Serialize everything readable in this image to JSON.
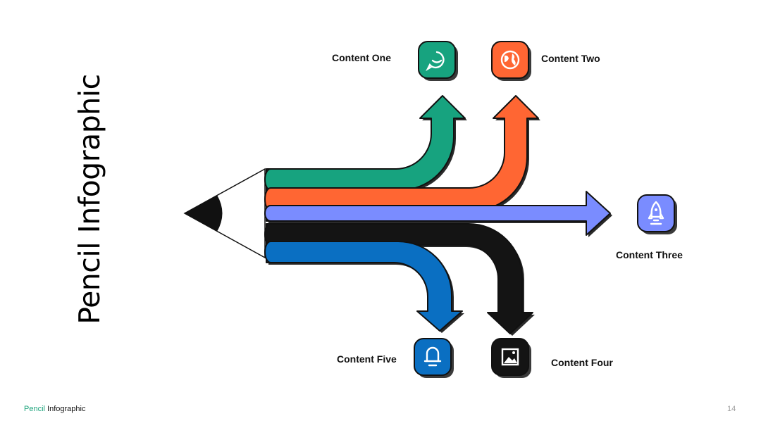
{
  "title": "Pencil Infographic",
  "footer": {
    "accent": "Pencil",
    "rest": " Infographic"
  },
  "page_number": "14",
  "items": [
    {
      "label": "Content One",
      "color": "#17a37f",
      "icon": "chat-icon"
    },
    {
      "label": "Content Two",
      "color": "#ff6633",
      "icon": "globe-icon"
    },
    {
      "label": "Content Three",
      "color": "#7a8cff",
      "icon": "rocket-icon"
    },
    {
      "label": "Content Four",
      "color": "#141414",
      "icon": "image-icon"
    },
    {
      "label": "Content Five",
      "color": "#0a6fc2",
      "icon": "bell-icon"
    }
  ]
}
